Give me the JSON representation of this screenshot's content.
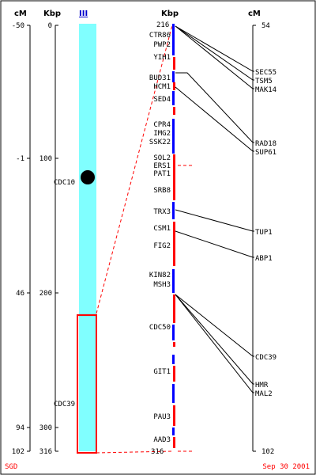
{
  "headers": {
    "cm_left": "cM",
    "kbp_left": "Kbp",
    "chromosome": "III",
    "kbp_right": "Kbp",
    "cm_right": "cM"
  },
  "left_cm_ticks": [
    "-50",
    "-1",
    "46",
    "94",
    "102"
  ],
  "left_kbp_ticks": [
    "0",
    "100",
    "200",
    "300",
    "316"
  ],
  "right_kbp_ticks": [
    "216",
    "316"
  ],
  "right_cm_ticks": [
    "54",
    "102"
  ],
  "centromere_label": "CDC10",
  "chromosome_gene_label": "CDC39",
  "zoom_gene_labels": [
    "CTR86",
    "PWP2",
    "YIH1",
    "BUD31",
    "HCM1",
    "SED4",
    "CPR4",
    "IMG2",
    "SSK22",
    "SOL2",
    "ERS1",
    "PAT1",
    "SRB8",
    "TRX3",
    "CSM1",
    "FIG2",
    "KIN82",
    "MSH3",
    "CDC50",
    "GIT1",
    "PAU3",
    "AAD3"
  ],
  "genetic_map_labels": [
    "SEC55",
    "TSM5",
    "MAK14",
    "RAD18",
    "SUP61",
    "TUP1",
    "ABP1",
    "CDC39",
    "HMR",
    "MAL2"
  ],
  "footer": {
    "source": "SGD",
    "date": "Sep 30 2001"
  },
  "colors": {
    "chromosome_fill": "#80ffff",
    "zoom_box": "#ff0000",
    "gene_watson": "#ff0000",
    "gene_crick": "#0000ff"
  }
}
